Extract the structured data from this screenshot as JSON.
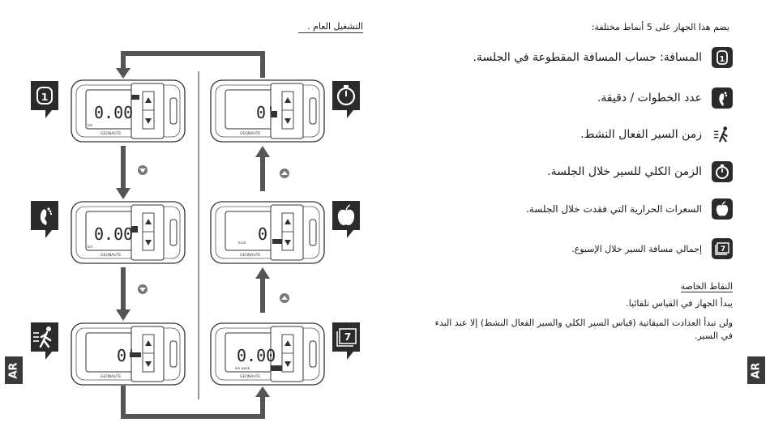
{
  "overview_title": "التشغيل العام .",
  "header_text": "يضم هذا الجهاز على 5 أنماط مختلفة:",
  "modes": [
    {
      "icon": "distance-1-icon",
      "label": "المسافة: حساب المسافة المقطوعة في الجلسة."
    },
    {
      "icon": "footprint-icon",
      "label": "عدد الخطوات / دقيقة."
    },
    {
      "icon": "walker-icon",
      "label": "زمن السير الفعال النشط."
    },
    {
      "icon": "stopwatch-icon",
      "label": "الزمن الكلي للسير خلال الجلسة."
    },
    {
      "icon": "apple-icon",
      "label": "السعرات الحرارية التي فقدت خلال الجلسة."
    },
    {
      "icon": "calendar-7-icon",
      "label": "إجمالي مسافة السير خلال الإسبوع."
    }
  ],
  "special_title": "النقاط الخاصة",
  "special_lines": [
    "يبدأ الجهاز في القياس تلقائيا.",
    "ولن تبدأ العدادت الميقاتية (قياس السير الكلي والسير الفعال النشط) إلا عند البدء",
    "في السير."
  ],
  "side_tab_label": "AR",
  "devices": [
    {
      "value": "0.00",
      "unit": "km",
      "brand": "GEONAUTE",
      "mode": "distance"
    },
    {
      "value": "0.00",
      "unit": "km",
      "brand": "GEONAUTE",
      "mode": "steps"
    },
    {
      "value": "0'",
      "unit": "",
      "brand": "GEONAUTE",
      "mode": "active-time"
    },
    {
      "value": "0'",
      "unit": "",
      "brand": "GEONAUTE",
      "mode": "total-time"
    },
    {
      "value": "0",
      "unit": "kcal",
      "brand": "GEONAUTE",
      "mode": "calories"
    },
    {
      "value": "0.00",
      "unit": "km week",
      "brand": "GEONAUTE",
      "mode": "week"
    }
  ],
  "mode_badges": [
    "1",
    "7"
  ],
  "colors": {
    "dark": "#2b2b2b",
    "arrow": "#555555",
    "line": "#333333"
  }
}
